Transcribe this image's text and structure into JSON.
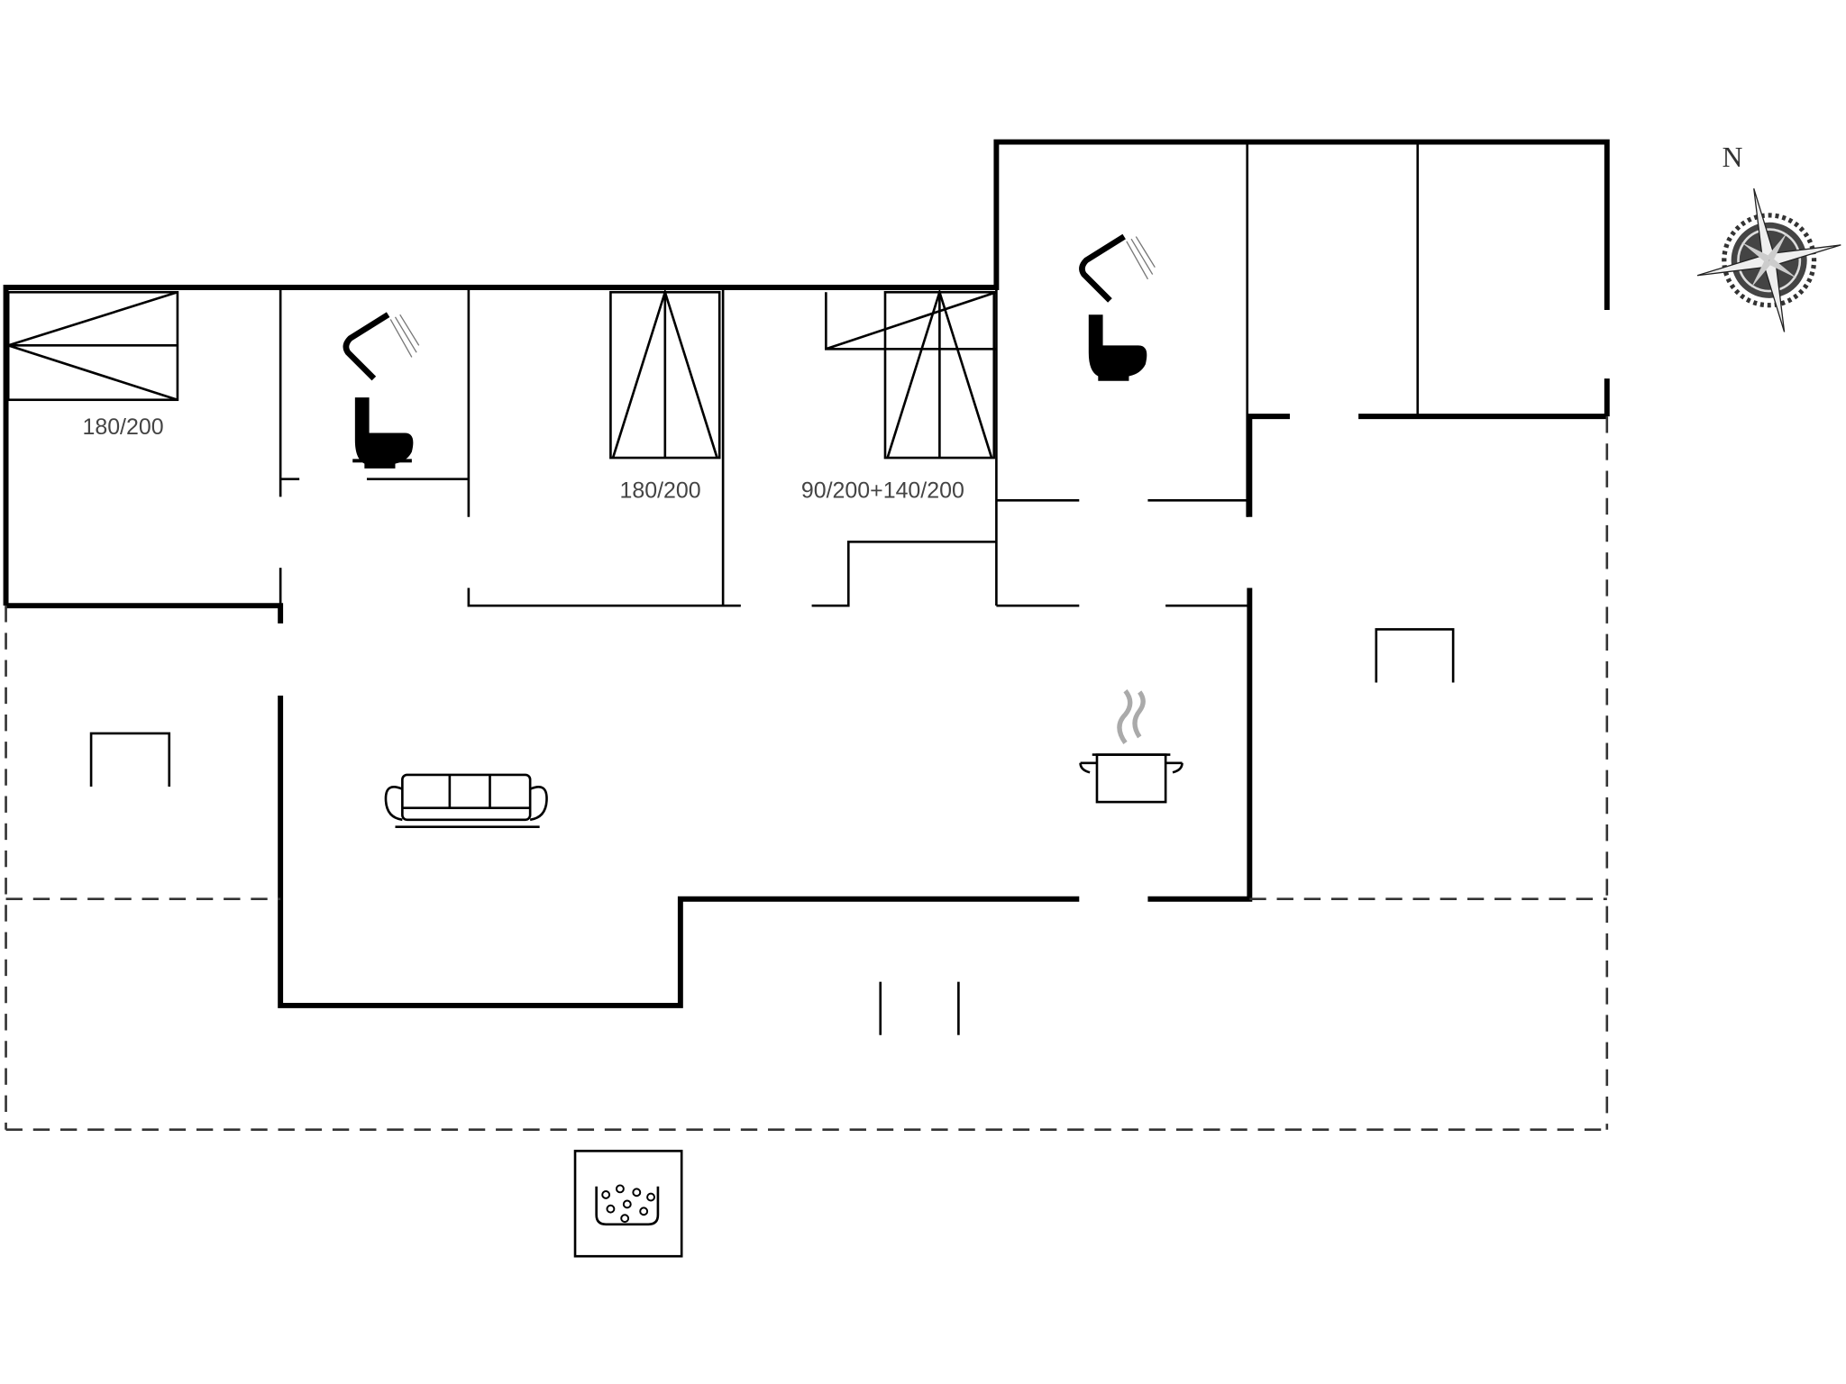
{
  "floorplan": {
    "bed_labels": [
      "180/200",
      "180/200",
      "90/200+140/200"
    ],
    "compass": {
      "north_label": "N",
      "icon": "compass-rose-icon"
    },
    "icons": [
      "shower-icon",
      "toilet-icon",
      "sofa-icon",
      "cooking-pot-icon",
      "hot-tub-icon",
      "table-icon"
    ]
  }
}
